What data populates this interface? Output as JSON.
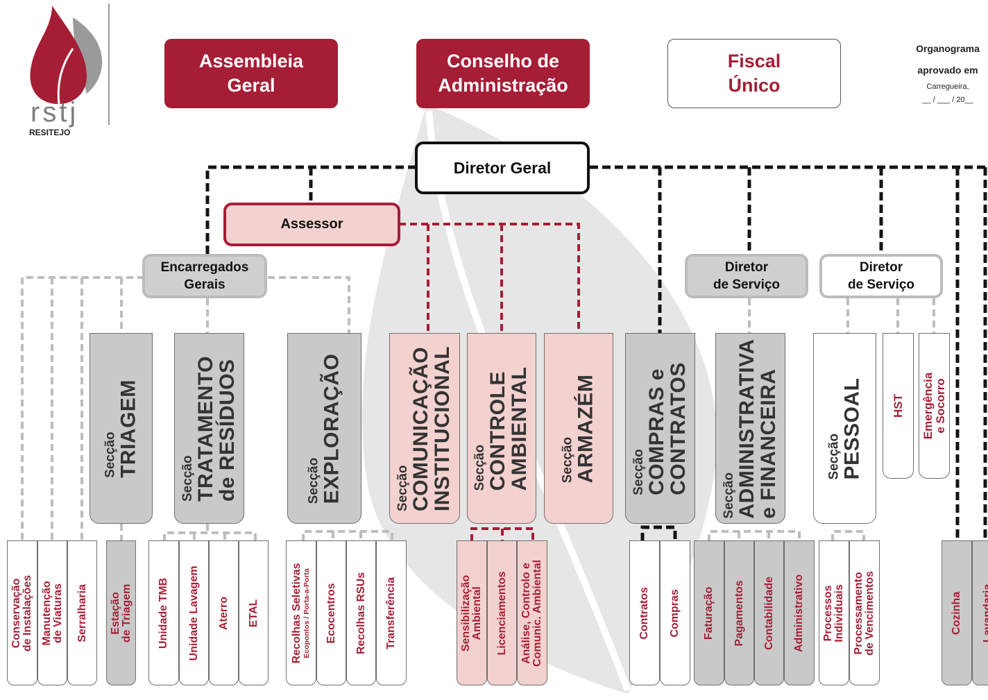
{
  "logo": {
    "mark": "rstj",
    "brand": "RESITEJO"
  },
  "top": {
    "assembleia": [
      "Assembleia",
      "Geral"
    ],
    "conselho": [
      "Conselho de",
      "Administração"
    ],
    "fiscal": [
      "Fiscal",
      "Único"
    ]
  },
  "note": {
    "title": "Organograma",
    "approved": "aprovado em",
    "place": "Carregueira,",
    "date": "__ / ___ / 20__"
  },
  "director_geral": "Diretor Geral",
  "assessor": "Assessor",
  "encarregados": [
    "Encarregados",
    "Gerais"
  ],
  "diretor_servico_1": [
    "Diretor",
    "de Serviço"
  ],
  "diretor_servico_2": [
    "Diretor",
    "de Serviço"
  ],
  "seccao_prefix": "Secção",
  "sections": {
    "triagem": [
      "TRIAGEM"
    ],
    "tratamento": [
      "TRATAMENTO",
      "de RESÍDUOS"
    ],
    "exploracao": [
      "EXPLORAÇÃO"
    ],
    "comunicacao": [
      "COMUNICAÇÃO",
      "INSTITUCIONAL"
    ],
    "controle": [
      "CONTROLE",
      "AMBIENTAL"
    ],
    "armazem": [
      "ARMAZÉM"
    ],
    "compras": [
      "COMPRAS e",
      "CONTRATOS"
    ],
    "administrativa": [
      "ADMINISTRATIVA",
      "e FINANCEIRA"
    ],
    "pessoal": [
      "PESSOAL"
    ]
  },
  "small_units": {
    "hst": "HST",
    "emergencia": [
      "Emergência",
      "e Socorro"
    ]
  },
  "subunits": {
    "conservacao": [
      "Conservação",
      "de Instalações"
    ],
    "manutencao": [
      "Manutenção",
      "de Viaturas"
    ],
    "serralharia": [
      "Serralharia"
    ],
    "estacao": [
      "Estação",
      "de Triagem"
    ],
    "tmb": [
      "Unidade TMB"
    ],
    "lavagem": [
      "Unidade Lavagem"
    ],
    "aterro": [
      "Aterro"
    ],
    "etal": [
      "ETAL"
    ],
    "recolhas_seletivas": [
      "Recolhas Seletivas",
      "Ecopontos / Porta-a-Porta"
    ],
    "ecocentros": [
      "Ecocentros"
    ],
    "recolhas_rsus": [
      "Recolhas RSUs"
    ],
    "transferencia": [
      "Transferência"
    ],
    "sensibilizacao": [
      "Sensibilização",
      "Ambiental"
    ],
    "licenciamentos": [
      "Licenciamentos"
    ],
    "analise": [
      "Análise, Controlo e",
      "Comunic. Ambiental"
    ],
    "contratos": [
      "Contratos"
    ],
    "compras": [
      "Compras"
    ],
    "faturacao": [
      "Faturação"
    ],
    "pagamentos": [
      "Pagamentos"
    ],
    "contabilidade": [
      "Contabilidade"
    ],
    "administrativo": [
      "Administrativo"
    ],
    "processos": [
      "Processos",
      "Individuais"
    ],
    "processamento": [
      "Processamento",
      "de Vencimentos"
    ],
    "cozinha": [
      "Cozinha"
    ],
    "lavandaria": [
      "Lavandaria"
    ]
  },
  "colors": {
    "brand_red": "#a51e36",
    "pink": "#f2d1cf",
    "gray": "#c9c9c9",
    "leaf": "#e2e2e2"
  }
}
